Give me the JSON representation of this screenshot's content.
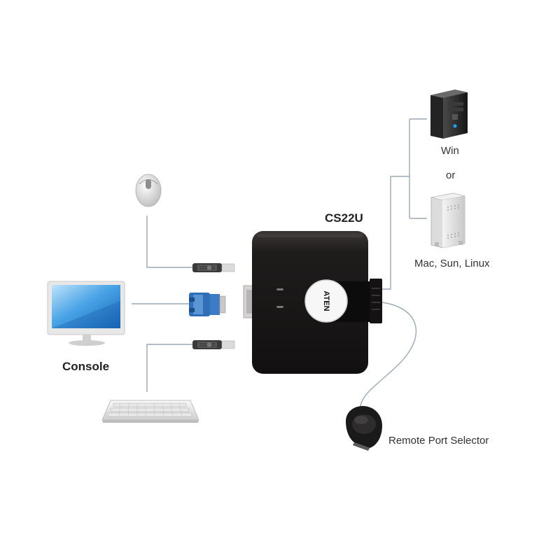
{
  "device": {
    "model": "CS22U",
    "brand": "ATEN",
    "body_color": "#1c1a1a"
  },
  "labels": {
    "console": "Console",
    "win": "Win",
    "or": "or",
    "mac": "Mac, Sun, Linux",
    "remote": "Remote Port Selector"
  },
  "icons": [
    "mouse-icon",
    "monitor-icon",
    "keyboard-icon",
    "usb-plug-icon",
    "vga-connector-icon",
    "pc-tower-icon",
    "mac-tower-icon",
    "remote-selector-icon"
  ],
  "colors": {
    "cable": "#9aa9b5",
    "vga_blue": "#2f6fb7",
    "screen_blue": "#2a8bd8"
  }
}
